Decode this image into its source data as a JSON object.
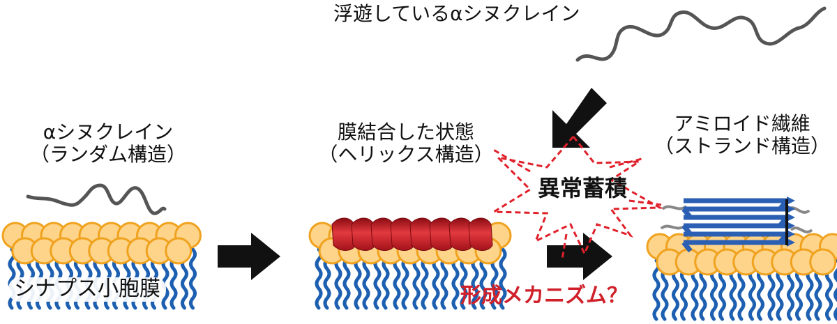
{
  "labels": {
    "floating": "浮遊しているαシヌクレイン",
    "random_line1": "αシヌクレイン",
    "random_line2": "（ランダム構造）",
    "helix_line1": "膜結合した状態",
    "helix_line2": "（ヘリックス構造）",
    "amyloid_line1": "アミロイド繊維",
    "amyloid_line2": "（ストランド構造）",
    "anomaly": "異常蓄積",
    "mechanism": "形成メカニズム？",
    "vesicle": "シナプス小胞膜"
  },
  "colors": {
    "lipid_head_fill": "#fdd48a",
    "lipid_head_stroke": "#f0a21e",
    "lipid_tail": "#1d5fb0",
    "helix": "#d2202a",
    "strand": "#2a5fb3",
    "alert": "#d0202a",
    "arrow": "#111111",
    "chain": "#555555"
  },
  "icons": {
    "process_arrow": "right-arrow",
    "aggregation_arrow": "down-left-arrow",
    "alert_burst": "starburst"
  }
}
